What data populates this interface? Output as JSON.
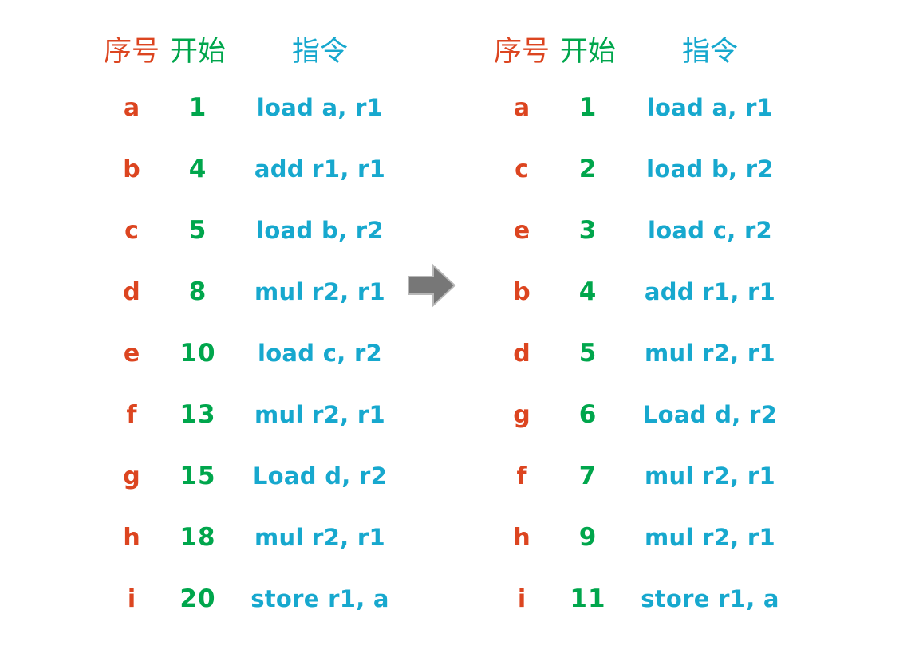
{
  "page": {
    "background_color": "#ffffff",
    "colors": {
      "sequence": "#dc4520",
      "start": "#00a64c",
      "instruction": "#17a8ce",
      "arrow_fill": "#777777",
      "arrow_stroke": "#b0b0b0"
    }
  },
  "columns": {
    "sequence": "序号",
    "start": "开始",
    "instruction": "指令"
  },
  "arrow": {
    "icon": "arrow-right-icon",
    "direction": "right"
  },
  "tables": [
    {
      "id": "before",
      "headers": {
        "sequence": "序号",
        "start": "开始",
        "instruction": "指令"
      },
      "rows": [
        {
          "seq": "a",
          "start": "1",
          "instruction": "load a, r1"
        },
        {
          "seq": "b",
          "start": "4",
          "instruction": "add r1, r1"
        },
        {
          "seq": "c",
          "start": "5",
          "instruction": "load b, r2"
        },
        {
          "seq": "d",
          "start": "8",
          "instruction": "mul r2, r1"
        },
        {
          "seq": "e",
          "start": "10",
          "instruction": "load c, r2"
        },
        {
          "seq": "f",
          "start": "13",
          "instruction": "mul r2, r1"
        },
        {
          "seq": "g",
          "start": "15",
          "instruction": "Load d, r2"
        },
        {
          "seq": "h",
          "start": "18",
          "instruction": "mul r2, r1"
        },
        {
          "seq": "i",
          "start": "20",
          "instruction": "store r1, a"
        }
      ]
    },
    {
      "id": "after",
      "headers": {
        "sequence": "序号",
        "start": "开始",
        "instruction": "指令"
      },
      "rows": [
        {
          "seq": "a",
          "start": "1",
          "instruction": "load a, r1"
        },
        {
          "seq": "c",
          "start": "2",
          "instruction": "load b, r2"
        },
        {
          "seq": "e",
          "start": "3",
          "instruction": "load c, r2"
        },
        {
          "seq": "b",
          "start": "4",
          "instruction": "add r1, r1"
        },
        {
          "seq": "d",
          "start": "5",
          "instruction": "mul r2, r1"
        },
        {
          "seq": "g",
          "start": "6",
          "instruction": "Load d, r2"
        },
        {
          "seq": "f",
          "start": "7",
          "instruction": "mul r2, r1"
        },
        {
          "seq": "h",
          "start": "9",
          "instruction": "mul r2, r1"
        },
        {
          "seq": "i",
          "start": "11",
          "instruction": "store r1, a"
        }
      ]
    }
  ]
}
